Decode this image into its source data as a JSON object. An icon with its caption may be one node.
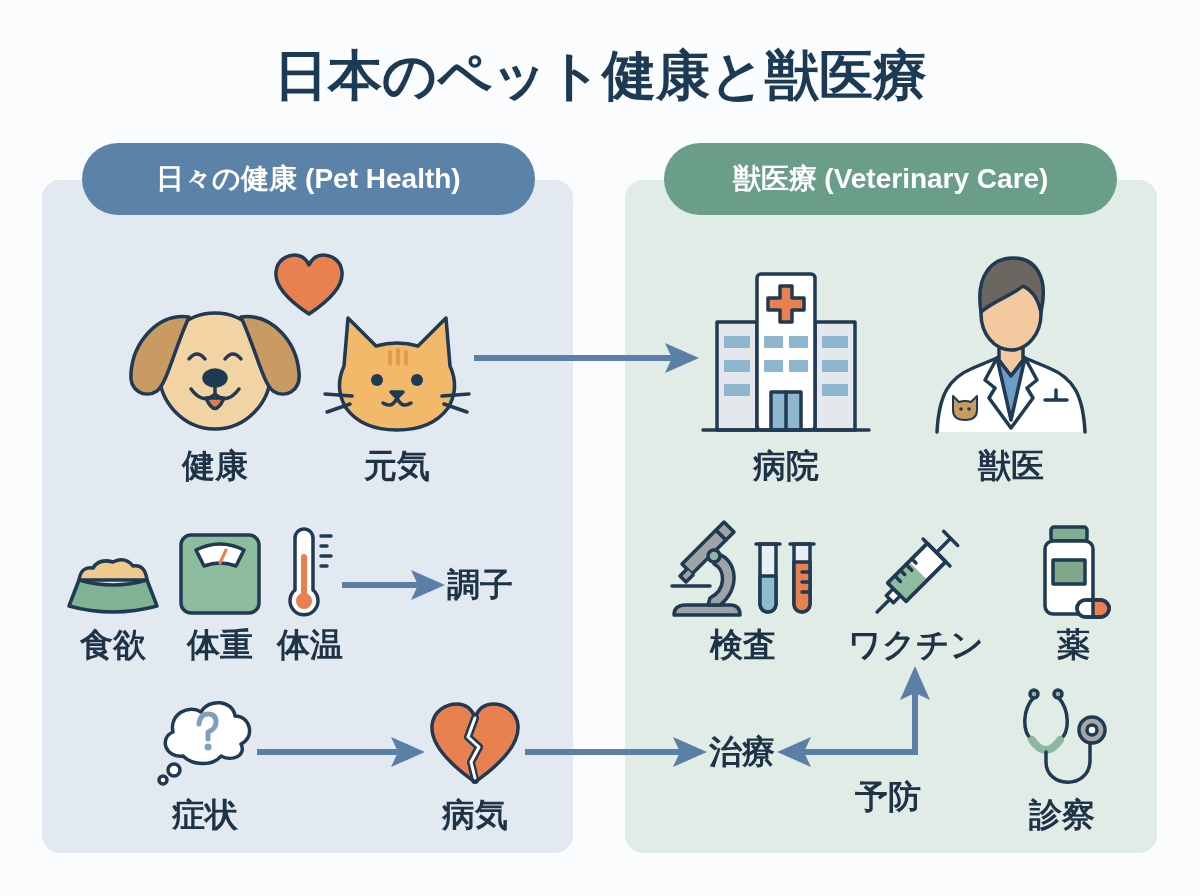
{
  "diagram": {
    "title": "日本のペット健康と獣医療",
    "nodes": [
      {
        "text": [
          "日々の健康 (Pet Health)"
        ]
      },
      {
        "text": [
          "健康"
        ],
        "in": 0
      },
      {
        "text": [
          "元気"
        ],
        "in": 0
      },
      {
        "text": [
          "食欲"
        ],
        "in": 0
      },
      {
        "text": [
          "体重"
        ],
        "in": 0
      },
      {
        "text": [
          "体温"
        ],
        "in": 0
      },
      {
        "text": [
          "調子"
        ],
        "in": 0
      },
      {
        "text": [
          "症状"
        ],
        "in": 0
      },
      {
        "text": [
          "病気"
        ],
        "in": 0
      },
      {
        "text": [
          "獣医療 (Veterinary Care)"
        ]
      },
      {
        "text": [
          "病院"
        ],
        "in": 9
      },
      {
        "text": [
          "獣医"
        ],
        "in": 9
      },
      {
        "text": [
          "検査"
        ],
        "in": 9
      },
      {
        "text": [
          "ワクチン"
        ],
        "in": 9
      },
      {
        "text": [
          "薬"
        ],
        "in": 9
      },
      {
        "text": [
          "治療"
        ],
        "in": 9
      },
      {
        "text": [
          "診察"
        ],
        "in": 9
      }
    ],
    "edges": [
      {
        "from": 2,
        "to": 10,
        "arrow": "to"
      },
      {
        "from": 5,
        "to": 6,
        "arrow": "to"
      },
      {
        "from": 7,
        "to": 8,
        "arrow": "to"
      },
      {
        "from": 8,
        "to": 15,
        "arrow": "to"
      },
      {
        "from": 15,
        "to": 13,
        "arrow": "both",
        "label": "予防"
      }
    ]
  }
}
